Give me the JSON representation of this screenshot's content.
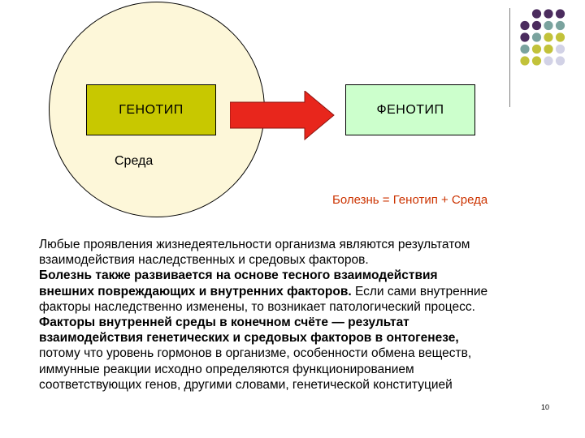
{
  "diagram": {
    "genotype_label": "ГЕНОТИП",
    "phenotype_label": "ФЕНОТИП",
    "environment_label": "Среда",
    "formula": "Болезнь = Генотип + Среда"
  },
  "colors": {
    "circle_fill": "#fdf7d9",
    "genotype_fill": "#c8c800",
    "phenotype_fill": "#ccffcc",
    "arrow_fill": "#e8261c",
    "formula_text": "#cc3300",
    "dot_purple": "#4b2c5e",
    "dot_teal": "#7aa39e",
    "dot_olive": "#c2c23a",
    "dot_lavender": "#d2d2e6"
  },
  "decoration": {
    "dot_grid_icon": "dot-grid-icon",
    "arrow_icon": "right-arrow-icon"
  },
  "text": {
    "line1": "Любые проявления жизнедеятельности организма являются результатом",
    "line2": "взаимодействия наследственных и средовых факторов.",
    "line3": "Болезнь также развивается на основе тесного взаимодействия",
    "line4_bold": "внешних повреждающих и внутренних факторов.",
    "line4_normal": " Если сами внутренние",
    "line5": "факторы наследственно изменены, то возникает патологический процесс.",
    "line6": "Факторы внутренней среды в конечном счёте — результат",
    "line7": "взаимодействия генетических и средовых факторов в онтогенезе,",
    "line8": "потому что уровень гормонов в организме, особенности обмена веществ,",
    "line9": "иммунные реакции исходно определяются функционированием",
    "line10": "соответствующих генов, другими словами, генетической конституцией"
  },
  "page_number": "10"
}
